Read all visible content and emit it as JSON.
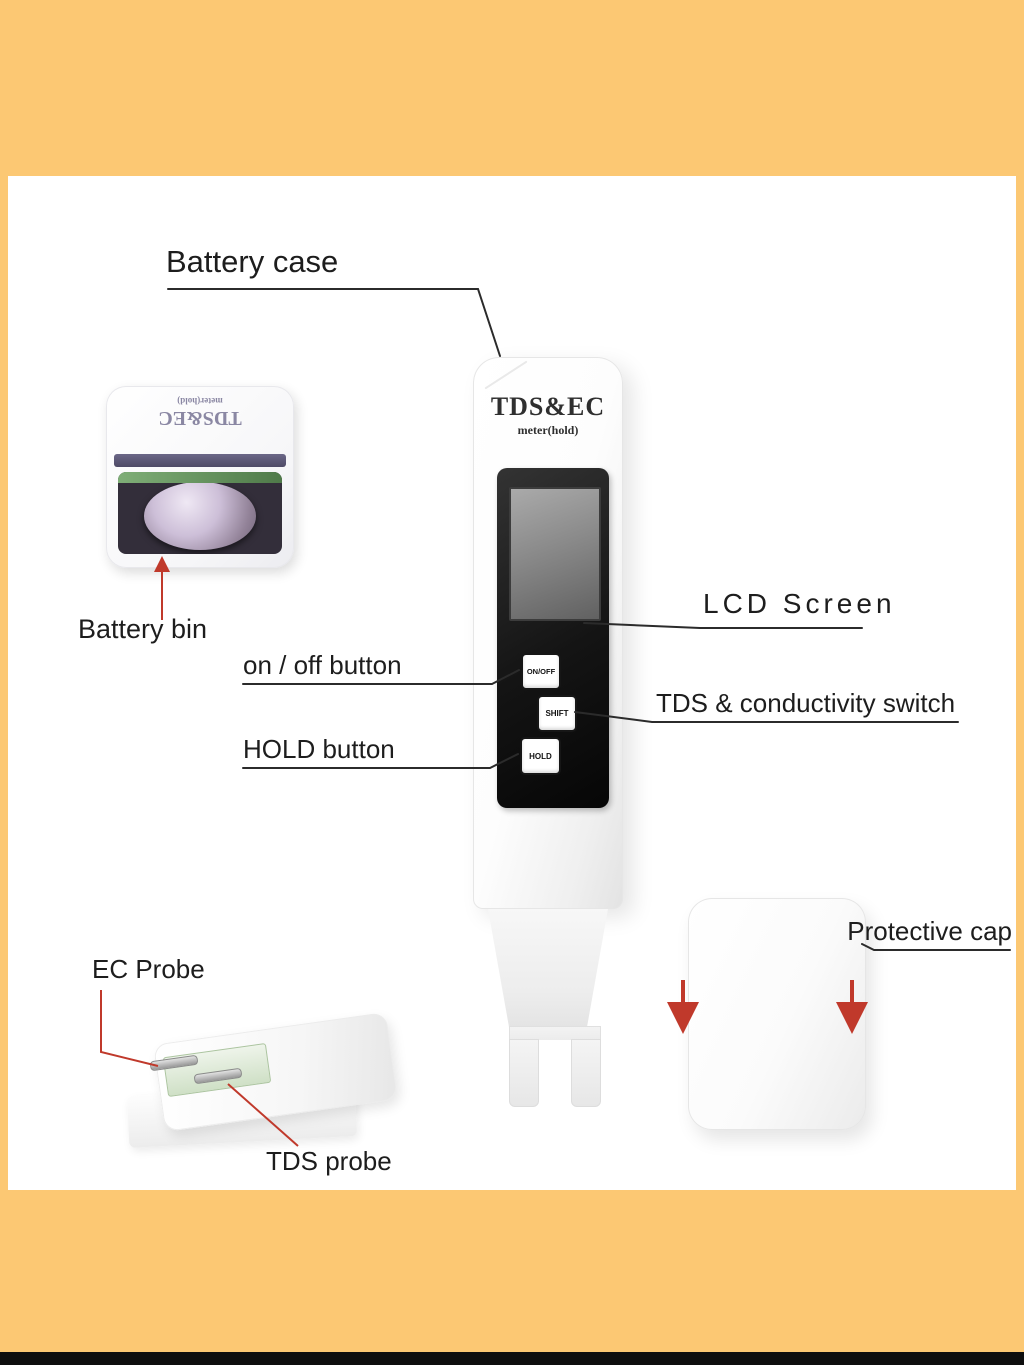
{
  "colors": {
    "background": "#FCC873",
    "panel": "#FFFFFF",
    "accent_red": "#C0392B",
    "line_dark": "#2B2B2B",
    "bottom_bar": "#0E0E0E"
  },
  "annotations": {
    "battery_case": "Battery case",
    "battery_bin": "Battery bin",
    "on_off_button": "on / off button",
    "hold_button": "HOLD button",
    "lcd_screen": "LCD Screen",
    "tds_conductivity_switch": "TDS & conductivity switch",
    "ec_probe": "EC Probe",
    "tds_probe": "TDS probe",
    "protective_cap": "Protective cap"
  },
  "device": {
    "title": "TDS&EC",
    "subtitle": "meter(hold)",
    "buttons": [
      {
        "label": "ON/OFF"
      },
      {
        "label": "SHIFT"
      },
      {
        "label": "HOLD"
      }
    ]
  },
  "battery_inset": {
    "title": "TDS&EC",
    "subtitle": "meter(hold)"
  }
}
